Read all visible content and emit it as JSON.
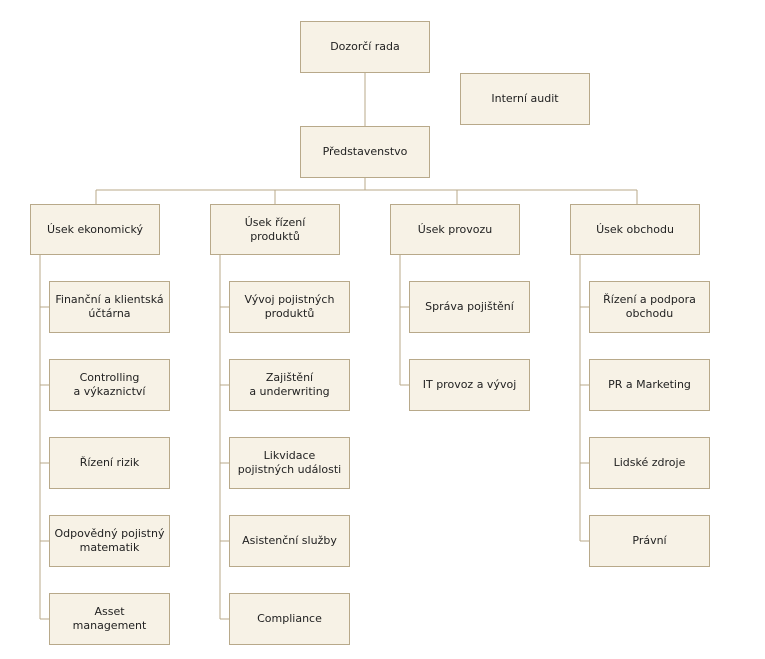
{
  "colors": {
    "box_fill": "#f7f2e6",
    "box_border": "#b8a98a",
    "connector": "#b8a98a",
    "text": "#222222"
  },
  "top": {
    "supervisory_board": "Dozorčí rada",
    "internal_audit": "Interní audit",
    "board_of_directors": "Představenstvo"
  },
  "divisions": [
    {
      "label": "Úsek ekonomický",
      "units": [
        "Finanční a klientská\núčtárna",
        "Controlling\na výkaznictví",
        "Řízení rizik",
        "Odpovědný pojistný\nmatematik",
        "Asset\nmanagement"
      ]
    },
    {
      "label": "Úsek řízení\nproduktů",
      "units": [
        "Vývoj pojistných\nproduktů",
        "Zajištění\na underwriting",
        "Likvidace\npojistných události",
        "Asistenční služby",
        "Compliance"
      ]
    },
    {
      "label": "Úsek provozu",
      "units": [
        "Správa pojištění",
        "IT provoz a vývoj"
      ]
    },
    {
      "label": "Úsek obchodu",
      "units": [
        "Řízení a podpora\nobchodu",
        "PR a Marketing",
        "Lidské zdroje",
        "Právní"
      ]
    }
  ]
}
